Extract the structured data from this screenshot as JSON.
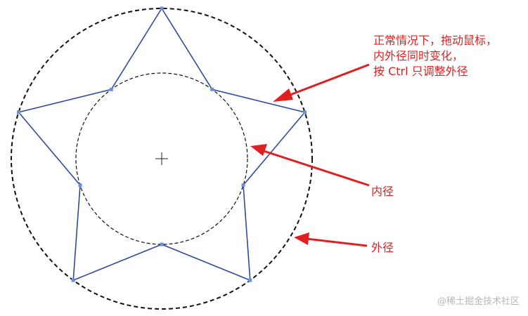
{
  "annotations": {
    "main_line_1": "正常情况下，拖动鼠标，",
    "main_line_2": "内外径同时变化，",
    "main_line_3": "按 Ctrl 只调整外径",
    "inner_radius": "内径",
    "outer_radius": "外径"
  },
  "watermark": "@稀土掘金技术社区",
  "colors": {
    "annotation": "#e02020",
    "star_outline": "#2f4a9a",
    "star_vertex": "#6a8fd8",
    "circle_guide": "#111111",
    "watermark": "#b8b8b8"
  },
  "diagram": {
    "shape": "five-pointed star",
    "star_points": 5,
    "outer_circle_style": "dashed",
    "inner_circle_style": "dashed",
    "center_marker": "crosshair"
  }
}
